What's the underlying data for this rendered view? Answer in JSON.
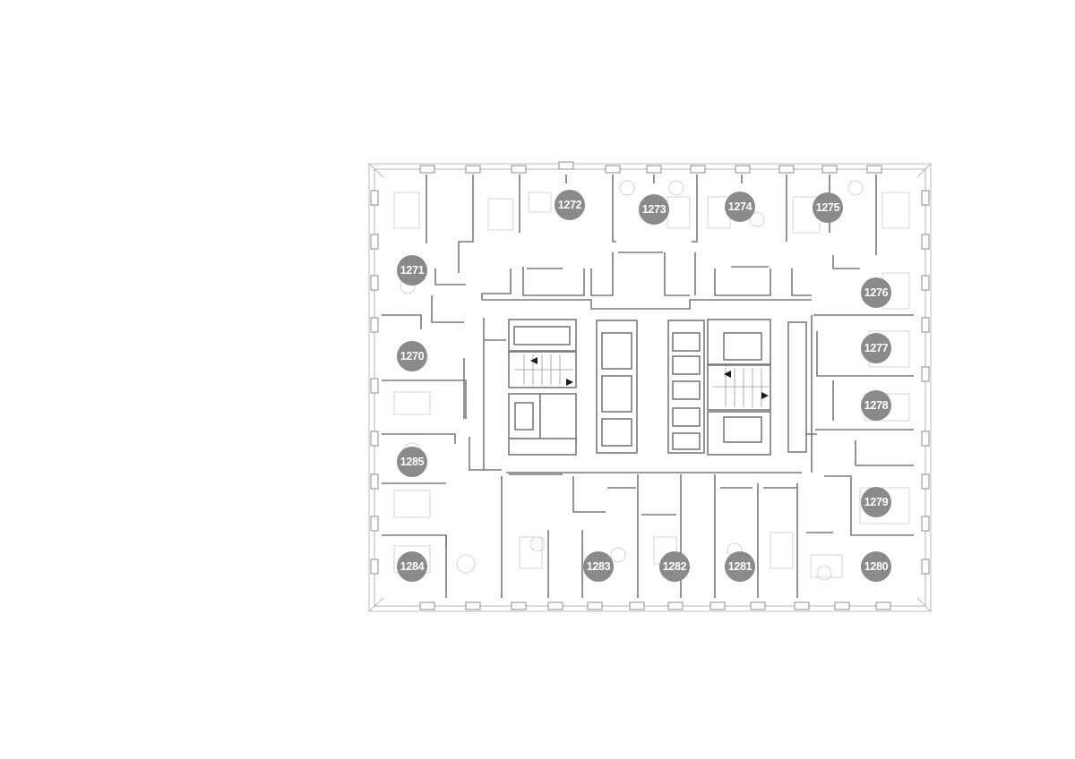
{
  "floor_plan": {
    "units": [
      {
        "id": "unit-1271",
        "label": "1271"
      },
      {
        "id": "unit-1272",
        "label": "1272"
      },
      {
        "id": "unit-1273",
        "label": "1273"
      },
      {
        "id": "unit-1274",
        "label": "1274"
      },
      {
        "id": "unit-1275",
        "label": "1275"
      },
      {
        "id": "unit-1276",
        "label": "1276"
      },
      {
        "id": "unit-1277",
        "label": "1277"
      },
      {
        "id": "unit-1278",
        "label": "1278"
      },
      {
        "id": "unit-1279",
        "label": "1279"
      },
      {
        "id": "unit-1280",
        "label": "1280"
      },
      {
        "id": "unit-1281",
        "label": "1281"
      },
      {
        "id": "unit-1282",
        "label": "1282"
      },
      {
        "id": "unit-1283",
        "label": "1283"
      },
      {
        "id": "unit-1284",
        "label": "1284"
      },
      {
        "id": "unit-1285",
        "label": "1285"
      },
      {
        "id": "unit-1270",
        "label": "1270"
      }
    ],
    "colors": {
      "badge": "#8a8a8a",
      "badge_text": "#ffffff",
      "walls": "#7a7a7a",
      "background": "#ffffff"
    }
  }
}
